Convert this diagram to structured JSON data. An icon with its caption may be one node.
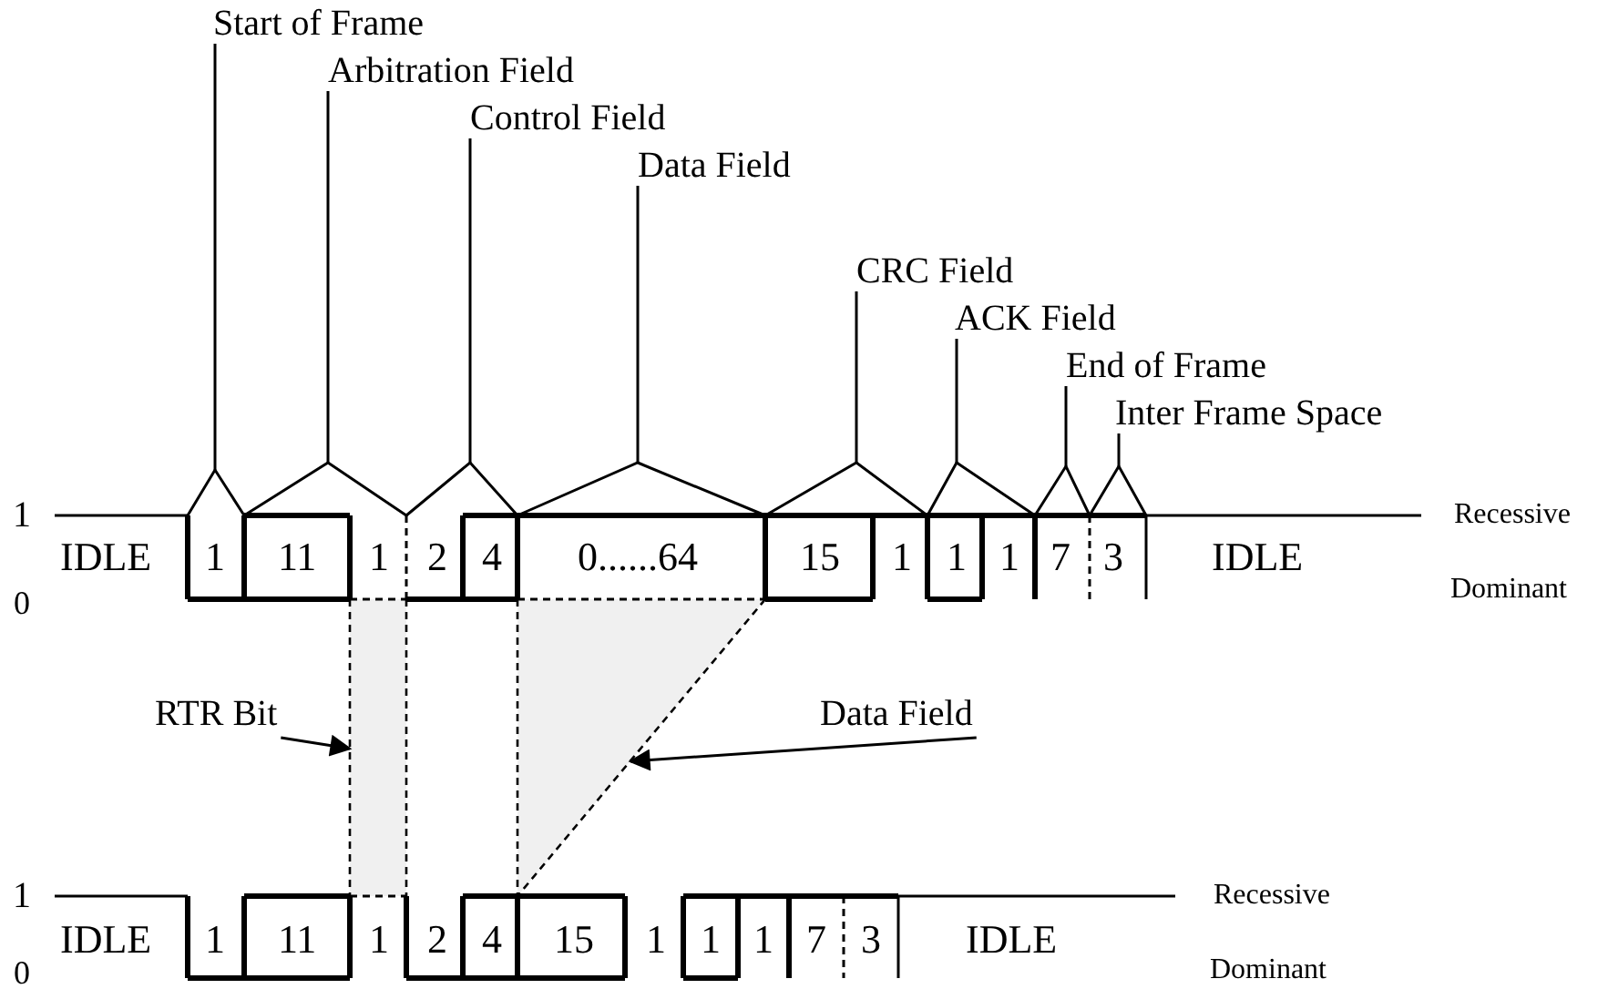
{
  "diagram": {
    "nodes": [
      {
        "text": [
          "Start of Frame"
        ]
      },
      {
        "text": [
          "Arbitration Field"
        ]
      },
      {
        "text": [
          "Control Field"
        ]
      },
      {
        "text": [
          "Data Field"
        ]
      },
      {
        "text": [
          "CRC Field"
        ]
      },
      {
        "text": [
          "ACK Field"
        ]
      },
      {
        "text": [
          "End of Frame"
        ]
      },
      {
        "text": [
          "Inter Frame Space"
        ]
      },
      {
        "text": [],
        "shape": "bracket"
      },
      {
        "text": [],
        "shape": "bracket"
      },
      {
        "text": [],
        "shape": "bracket"
      },
      {
        "text": [],
        "shape": "bracket"
      },
      {
        "text": [],
        "shape": "bracket"
      },
      {
        "text": [],
        "shape": "bracket"
      },
      {
        "text": [],
        "shape": "bracket"
      },
      {
        "text": [],
        "shape": "bracket"
      },
      {
        "text": [
          "RTR Bit"
        ]
      },
      {
        "text": [],
        "shape": "box"
      },
      {
        "text": [
          "Data Field"
        ]
      },
      {
        "text": [],
        "shape": "triangle"
      }
    ],
    "edges": [
      {
        "from": 0,
        "to": 8,
        "arrow": "none"
      },
      {
        "from": 1,
        "to": 9,
        "arrow": "none"
      },
      {
        "from": 2,
        "to": 10,
        "arrow": "none"
      },
      {
        "from": 3,
        "to": 11,
        "arrow": "none"
      },
      {
        "from": 4,
        "to": 12,
        "arrow": "none"
      },
      {
        "from": 5,
        "to": 13,
        "arrow": "none"
      },
      {
        "from": 6,
        "to": 14,
        "arrow": "none"
      },
      {
        "from": 7,
        "to": 15,
        "arrow": "none"
      },
      {
        "from": 16,
        "to": 17,
        "arrow": "to"
      },
      {
        "from": 18,
        "to": 19,
        "arrow": "to"
      }
    ],
    "labels": [
      "1",
      "IDLE",
      "1",
      "11",
      "1",
      "2",
      "4",
      "0......64",
      "15",
      "1",
      "1",
      "1",
      "7",
      "3",
      "IDLE",
      "Recessive",
      "0",
      "Dominant",
      "1",
      "IDLE",
      "1",
      "11",
      "1",
      "2",
      "4",
      "15",
      "1",
      "1",
      "1",
      "7",
      "3",
      "IDLE",
      "Recessive",
      "0",
      "Dominant"
    ]
  }
}
